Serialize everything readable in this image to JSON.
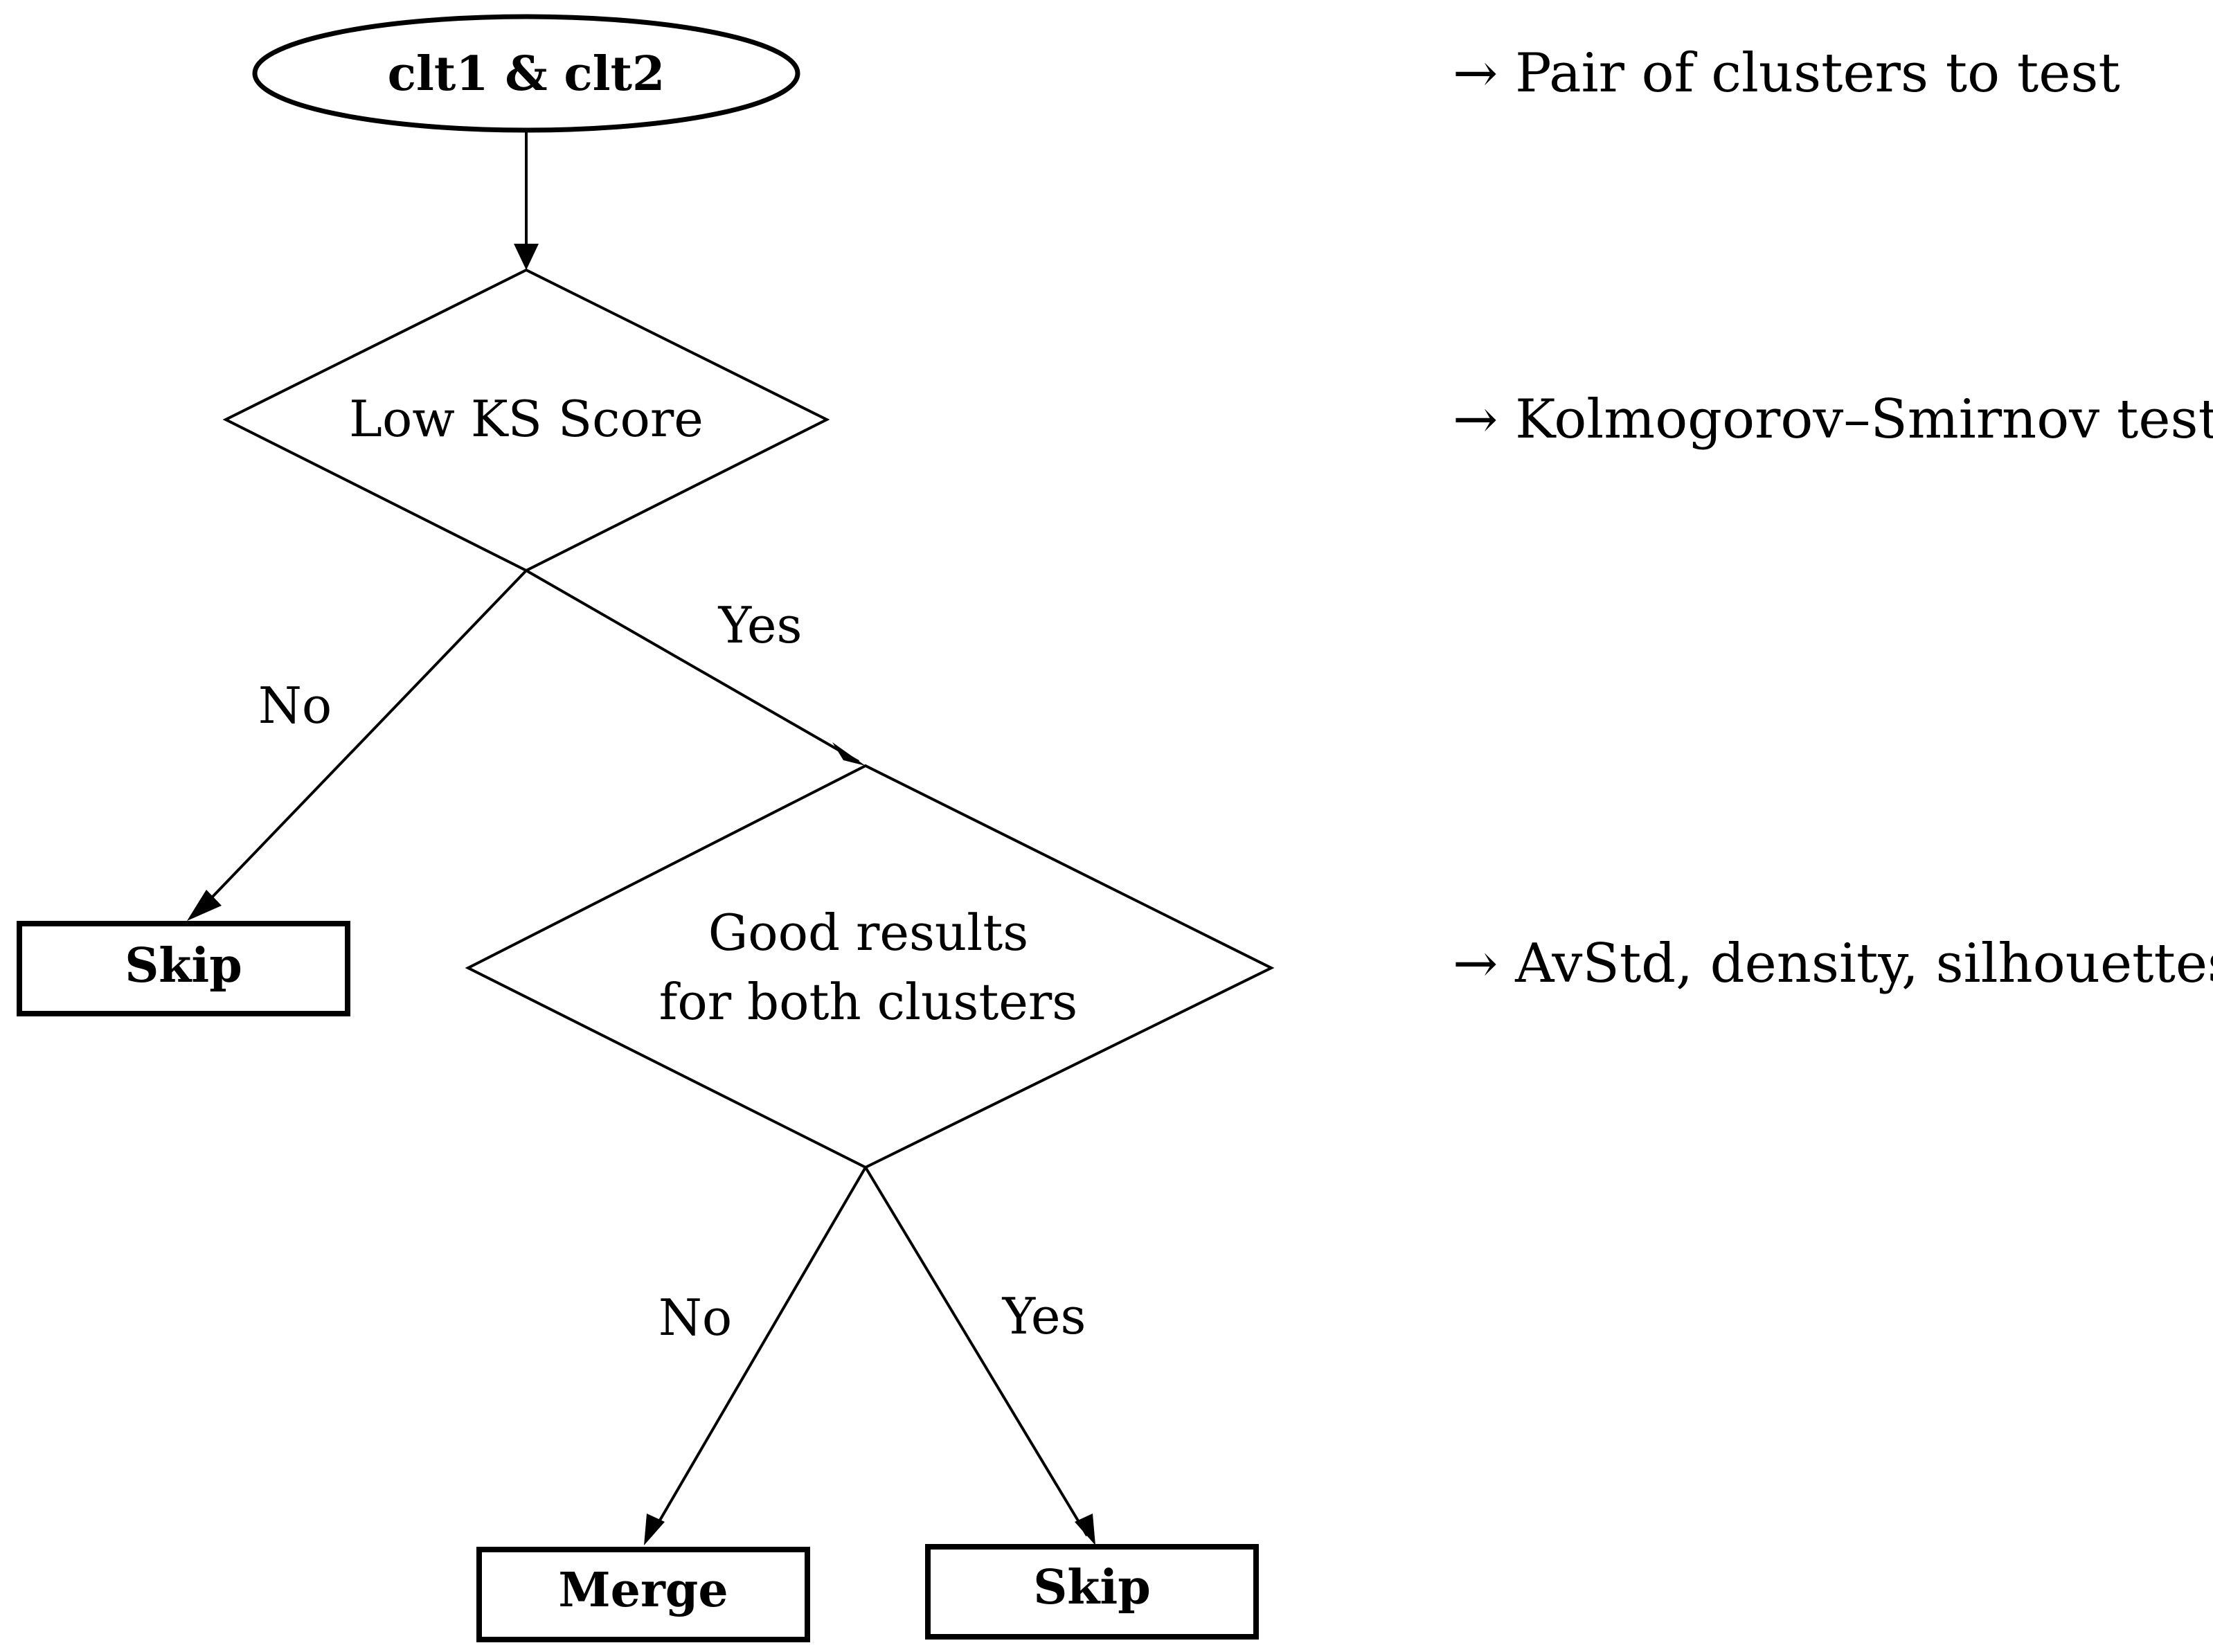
{
  "nodes": {
    "start": {
      "label": "clt1 & clt2"
    },
    "ks_decision": {
      "label": "Low KS Score"
    },
    "results_decision": {
      "line1": "Good results",
      "line2": "for both clusters"
    },
    "skip_left": {
      "label": "Skip"
    },
    "merge": {
      "label": "Merge"
    },
    "skip_right": {
      "label": "Skip"
    }
  },
  "edges": {
    "ks_yes": "Yes",
    "ks_no": "No",
    "results_no": "No",
    "results_yes": "Yes"
  },
  "annotations": {
    "start_note": "→ Pair of clusters to test",
    "ks_note": "→ Kolmogorov–Smirnov test",
    "results_note": "→ AvStd, density, silhouettes"
  }
}
